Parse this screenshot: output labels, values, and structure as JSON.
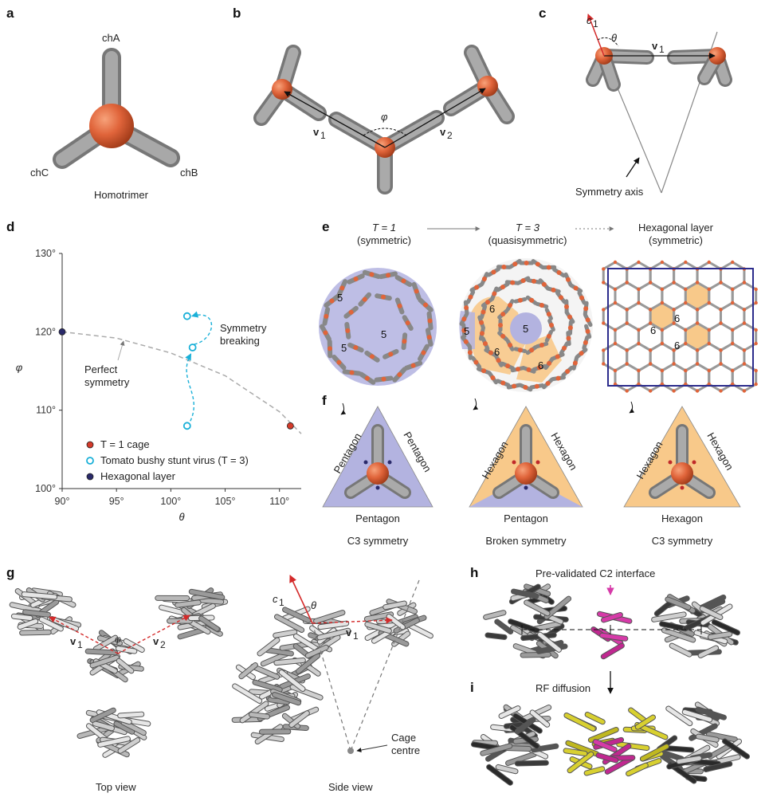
{
  "panel_labels": {
    "a": "a",
    "b": "b",
    "c": "c",
    "d": "d",
    "e": "e",
    "f": "f",
    "g": "g",
    "h": "h",
    "i": "i"
  },
  "panel_a": {
    "chA": "chA",
    "chB": "chB",
    "chC": "chC",
    "caption": "Homotrimer"
  },
  "panel_b": {
    "phi": "φ",
    "v1": "v",
    "v1_sub": "1",
    "v2": "v",
    "v2_sub": "2"
  },
  "panel_c": {
    "c1": "c",
    "c1_sub": "1",
    "theta": "θ",
    "v1": "v",
    "v1_sub": "1",
    "axis_label": "Symmetry axis"
  },
  "panel_e": {
    "t1_line1": "T = 1",
    "t1_line2": "(symmetric)",
    "t3_line1": "T = 3",
    "t3_line2": "(quasisymmetric)",
    "hex_line1": "Hexagonal layer",
    "hex_line2": "(symmetric)",
    "t1_faces": [
      "5",
      "5",
      "5"
    ],
    "t3_faces": [
      "6",
      "5",
      "6",
      "6",
      "5"
    ],
    "hex_faces": [
      "6",
      "6",
      "6"
    ]
  },
  "panel_f": {
    "f1_left": "Pentagon",
    "f1_right": "Pentagon",
    "f1_bottom": "Pentagon",
    "f1_caption": "C3 symmetry",
    "f2_left": "Hexagon",
    "f2_right": "Hexagon",
    "f2_bottom": "Pentagon",
    "f2_caption": "Broken symmetry",
    "f3_left": "Hexagon",
    "f3_right": "Hexagon",
    "f3_bottom": "Hexagon",
    "f3_caption": "C3 symmetry"
  },
  "panel_g": {
    "v1": "v",
    "v1_sub": "1",
    "v2": "v",
    "v2_sub": "2",
    "phi": "φ",
    "c1": "c",
    "c1_sub": "1",
    "theta": "θ",
    "sv_v1": "v",
    "sv_v1_sub": "1",
    "cage_centre_1": "Cage",
    "cage_centre_2": "centre",
    "top_view": "Top view",
    "side_view": "Side view"
  },
  "panel_h": {
    "title": "Pre-validated C2 interface"
  },
  "panel_i": {
    "title": "RF diffusion"
  },
  "colors": {
    "sphere": "#e0643a",
    "rod": "#8c8c8c",
    "purple_fill": "#b3b3e0",
    "orange_fill": "#f8c98a",
    "frame": "#2c2c8c",
    "cyan": "#1ab0d8",
    "magenta": "#d63aa8",
    "yellow": "#d8d030"
  },
  "chart_data": {
    "type": "scatter",
    "xlabel": "θ",
    "ylabel": "φ",
    "xlim": [
      90,
      112
    ],
    "ylim": [
      100,
      130
    ],
    "xticks": [
      "90°",
      "95°",
      "100°",
      "105°",
      "110°"
    ],
    "yticks": [
      "100°",
      "110°",
      "120°",
      "130°"
    ],
    "annotations": {
      "perfect_line1": "Perfect",
      "perfect_line2": "symmetry",
      "breaking_line1": "Symmetry",
      "breaking_line2": "breaking"
    },
    "series": [
      {
        "name": "T = 1 cage",
        "color": "#d43a2a",
        "style": "filled",
        "points": [
          {
            "x": 111,
            "y": 108
          }
        ]
      },
      {
        "name": "Tomato bushy stunt virus (T = 3)",
        "color": "#1ab0d8",
        "style": "open",
        "points": [
          {
            "x": 101.5,
            "y": 122
          },
          {
            "x": 102,
            "y": 118
          },
          {
            "x": 101.5,
            "y": 108
          }
        ]
      },
      {
        "name": "Hexagonal layer",
        "color": "#2a2a6a",
        "style": "filled",
        "points": [
          {
            "x": 90,
            "y": 120
          }
        ]
      }
    ],
    "curve": {
      "label": "perfect symmetry",
      "points": [
        [
          90,
          120
        ],
        [
          95,
          119.2
        ],
        [
          100,
          117.3
        ],
        [
          105,
          114.4
        ],
        [
          110,
          109.8
        ],
        [
          112,
          107
        ]
      ]
    }
  }
}
